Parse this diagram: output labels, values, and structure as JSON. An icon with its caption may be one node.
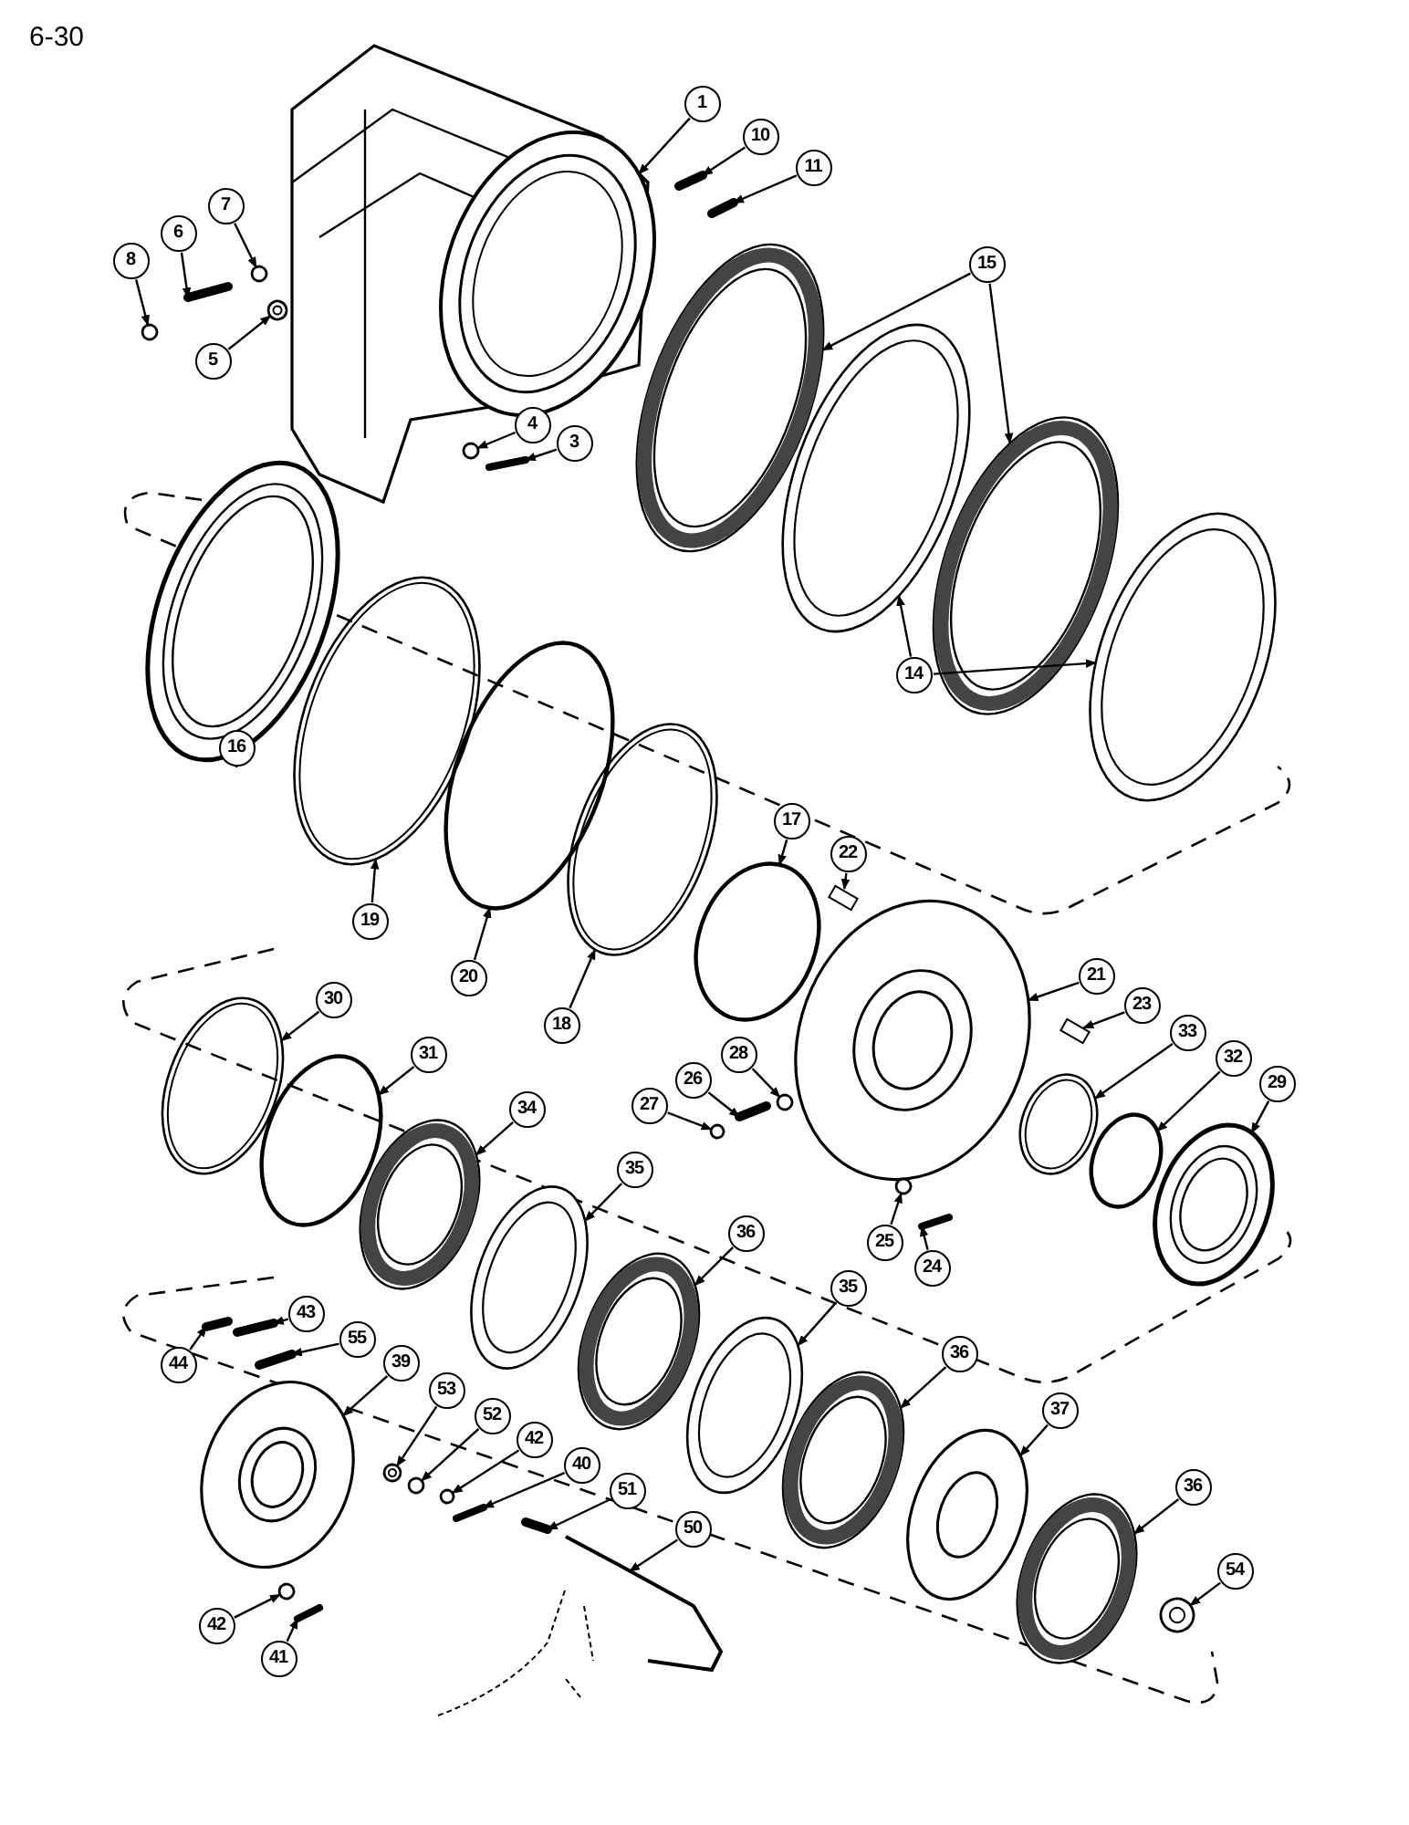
{
  "diagram": {
    "nodes": [
      {
        "text": [
          "1"
        ]
      },
      {
        "text": [
          "10"
        ]
      },
      {
        "text": [
          "11"
        ]
      },
      {
        "text": [
          "7"
        ]
      },
      {
        "text": [
          "6"
        ]
      },
      {
        "text": [
          "8"
        ]
      },
      {
        "text": [
          "5"
        ]
      },
      {
        "text": [
          "15"
        ]
      },
      {
        "text": [
          "4"
        ]
      },
      {
        "text": [
          "3"
        ]
      },
      {
        "text": [
          "16"
        ]
      },
      {
        "text": [
          "14"
        ]
      },
      {
        "text": [
          "19"
        ]
      },
      {
        "text": [
          "17"
        ]
      },
      {
        "text": [
          "22"
        ]
      },
      {
        "text": [
          "20"
        ]
      },
      {
        "text": [
          "18"
        ]
      },
      {
        "text": [
          "21"
        ]
      },
      {
        "text": [
          "23"
        ]
      },
      {
        "text": [
          "30"
        ]
      },
      {
        "text": [
          "33"
        ]
      },
      {
        "text": [
          "28"
        ]
      },
      {
        "text": [
          "26"
        ]
      },
      {
        "text": [
          "31"
        ]
      },
      {
        "text": [
          "32"
        ]
      },
      {
        "text": [
          "29"
        ]
      },
      {
        "text": [
          "27"
        ]
      },
      {
        "text": [
          "34"
        ]
      },
      {
        "text": [
          "35"
        ]
      },
      {
        "text": [
          "25"
        ]
      },
      {
        "text": [
          "24"
        ]
      },
      {
        "text": [
          "36"
        ]
      },
      {
        "text": [
          "43"
        ]
      },
      {
        "text": [
          "55"
        ]
      },
      {
        "text": [
          "44"
        ]
      },
      {
        "text": [
          "39"
        ]
      },
      {
        "text": [
          "35"
        ]
      },
      {
        "text": [
          "36"
        ]
      },
      {
        "text": [
          "53"
        ]
      },
      {
        "text": [
          "52"
        ]
      },
      {
        "text": [
          "42"
        ]
      },
      {
        "text": [
          "37"
        ]
      },
      {
        "text": [
          "40"
        ]
      },
      {
        "text": [
          "51"
        ]
      },
      {
        "text": [
          "36"
        ]
      },
      {
        "text": [
          "50"
        ]
      },
      {
        "text": [
          "54"
        ]
      },
      {
        "text": [
          "42"
        ]
      },
      {
        "text": [
          "41"
        ]
      },
      {
        "text": [],
        "shape": "picture"
      },
      {
        "text": [],
        "shape": "picture"
      },
      {
        "text": [],
        "shape": "picture"
      },
      {
        "text": [],
        "shape": "circle"
      },
      {
        "text": [],
        "shape": "picture"
      },
      {
        "text": [],
        "shape": "circle"
      },
      {
        "text": [],
        "shape": "picture"
      },
      {
        "text": [],
        "shape": "picture"
      },
      {
        "text": [],
        "shape": "picture"
      },
      {
        "text": [],
        "shape": "circle"
      },
      {
        "text": [],
        "shape": "picture"
      },
      {
        "text": [],
        "shape": "picture"
      },
      {
        "text": [],
        "shape": "picture"
      },
      {
        "text": [],
        "shape": "picture"
      },
      {
        "text": [],
        "shape": "circle"
      },
      {
        "text": [],
        "shape": "circle"
      },
      {
        "text": [],
        "shape": "box"
      },
      {
        "text": [],
        "shape": "circle"
      },
      {
        "text": [],
        "shape": "circle"
      },
      {
        "text": [],
        "shape": "picture"
      },
      {
        "text": [],
        "shape": "box"
      },
      {
        "text": [],
        "shape": "circle"
      },
      {
        "text": [],
        "shape": "circle"
      },
      {
        "text": [],
        "shape": "circle"
      },
      {
        "text": [],
        "shape": "picture"
      },
      {
        "text": [],
        "shape": "circle"
      },
      {
        "text": [],
        "shape": "circle"
      },
      {
        "text": [],
        "shape": "picture"
      },
      {
        "text": [],
        "shape": "circle"
      },
      {
        "text": [],
        "shape": "picture"
      },
      {
        "text": [],
        "shape": "picture"
      },
      {
        "text": [],
        "shape": "circle"
      },
      {
        "text": [],
        "shape": "picture"
      },
      {
        "text": [],
        "shape": "picture"
      },
      {
        "text": [],
        "shape": "picture"
      },
      {
        "text": [],
        "shape": "picture"
      },
      {
        "text": [],
        "shape": "picture"
      },
      {
        "text": [],
        "shape": "picture"
      },
      {
        "text": [],
        "shape": "picture"
      },
      {
        "text": [],
        "shape": "picture"
      },
      {
        "text": [],
        "shape": "picture"
      },
      {
        "text": [],
        "shape": "circle"
      },
      {
        "text": [],
        "shape": "circle"
      },
      {
        "text": [],
        "shape": "picture"
      },
      {
        "text": [],
        "shape": "picture"
      },
      {
        "text": [],
        "shape": "picture"
      },
      {
        "text": [],
        "shape": "picture"
      },
      {
        "text": [],
        "shape": "picture"
      },
      {
        "text": [],
        "shape": "picture"
      },
      {
        "text": [],
        "shape": "circle"
      },
      {
        "text": [],
        "shape": "picture"
      }
    ],
    "edges": [
      {
        "from": 0,
        "to": 49,
        "arrow": "to"
      },
      {
        "from": 1,
        "to": 50,
        "arrow": "to"
      },
      {
        "from": 2,
        "to": 51,
        "arrow": "to"
      },
      {
        "from": 3,
        "to": 52,
        "arrow": "to"
      },
      {
        "from": 4,
        "to": 53,
        "arrow": "to"
      },
      {
        "from": 5,
        "to": 54,
        "arrow": "to"
      },
      {
        "from": 6,
        "to": 55,
        "arrow": "to"
      },
      {
        "from": 7,
        "to": 56,
        "arrow": "to"
      },
      {
        "from": 7,
        "to": 57,
        "arrow": "to"
      },
      {
        "from": 8,
        "to": 58,
        "arrow": "to"
      },
      {
        "from": 9,
        "to": 59,
        "arrow": "to"
      },
      {
        "from": 10,
        "to": 60,
        "arrow": "to"
      },
      {
        "from": 11,
        "to": 61,
        "arrow": "to"
      },
      {
        "from": 11,
        "to": 62,
        "arrow": "to"
      },
      {
        "from": 12,
        "to": 63,
        "arrow": "to"
      },
      {
        "from": 13,
        "to": 64,
        "arrow": "to"
      },
      {
        "from": 14,
        "to": 65,
        "arrow": "to"
      },
      {
        "from": 15,
        "to": 66,
        "arrow": "to"
      },
      {
        "from": 16,
        "to": 67,
        "arrow": "to"
      },
      {
        "from": 17,
        "to": 68,
        "arrow": "to"
      },
      {
        "from": 18,
        "to": 69,
        "arrow": "to"
      },
      {
        "from": 19,
        "to": 70,
        "arrow": "to"
      },
      {
        "from": 20,
        "to": 71,
        "arrow": "to"
      },
      {
        "from": 21,
        "to": 72,
        "arrow": "to"
      },
      {
        "from": 22,
        "to": 73,
        "arrow": "to"
      },
      {
        "from": 23,
        "to": 74,
        "arrow": "to"
      },
      {
        "from": 24,
        "to": 75,
        "arrow": "to"
      },
      {
        "from": 25,
        "to": 76,
        "arrow": "to"
      },
      {
        "from": 26,
        "to": 77,
        "arrow": "to"
      },
      {
        "from": 27,
        "to": 78,
        "arrow": "to"
      },
      {
        "from": 28,
        "to": 79,
        "arrow": "to"
      },
      {
        "from": 29,
        "to": 80,
        "arrow": "to"
      },
      {
        "from": 30,
        "to": 81,
        "arrow": "to"
      },
      {
        "from": 31,
        "to": 82,
        "arrow": "to"
      },
      {
        "from": 32,
        "to": 83,
        "arrow": "to"
      },
      {
        "from": 33,
        "to": 84,
        "arrow": "to"
      },
      {
        "from": 34,
        "to": 85,
        "arrow": "to"
      },
      {
        "from": 35,
        "to": 86,
        "arrow": "to"
      },
      {
        "from": 36,
        "to": 87,
        "arrow": "to"
      },
      {
        "from": 37,
        "to": 88,
        "arrow": "to"
      },
      {
        "from": 38,
        "to": 89,
        "arrow": "to"
      },
      {
        "from": 39,
        "to": 90,
        "arrow": "to"
      },
      {
        "from": 40,
        "to": 91,
        "arrow": "to"
      },
      {
        "from": 41,
        "to": 92,
        "arrow": "to"
      },
      {
        "from": 42,
        "to": 93,
        "arrow": "to"
      },
      {
        "from": 43,
        "to": 94,
        "arrow": "to"
      },
      {
        "from": 44,
        "to": 95,
        "arrow": "to"
      },
      {
        "from": 45,
        "to": 96,
        "arrow": "to"
      },
      {
        "from": 46,
        "to": 97,
        "arrow": "to"
      },
      {
        "from": 47,
        "to": 98,
        "arrow": "to"
      },
      {
        "from": 48,
        "to": 99,
        "arrow": "to"
      }
    ],
    "labels": [
      "6-30"
    ]
  }
}
